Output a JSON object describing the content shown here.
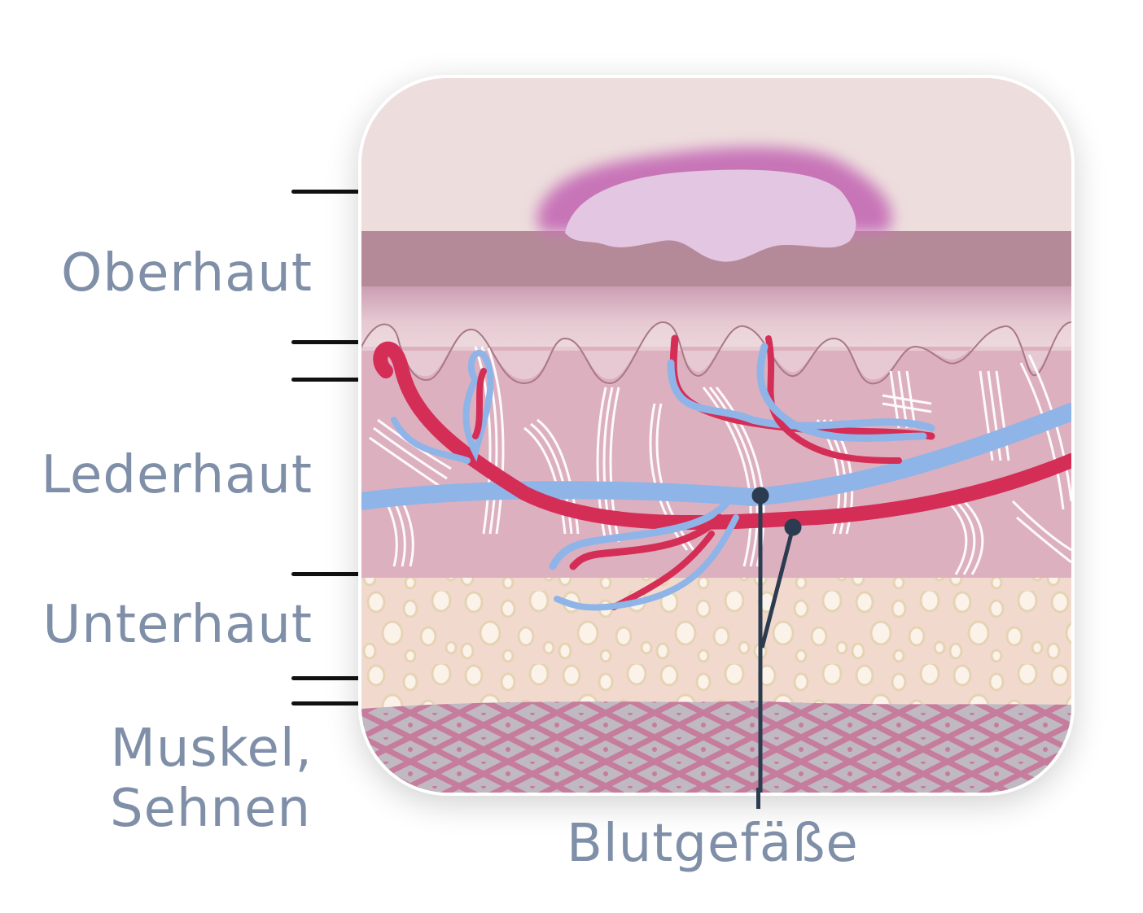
{
  "diagram": {
    "type": "skin-cross-section",
    "layers": [
      {
        "label": "Oberhaut",
        "color": "#b58a98"
      },
      {
        "label": "Lederhaut",
        "color": "#ddb0bf"
      },
      {
        "label": "Unterhaut",
        "color": "#f1d9cc"
      },
      {
        "label": "Muskel,",
        "label2": "Sehnen",
        "color": "#c58aa2"
      }
    ],
    "callout": {
      "label": "Blutgefäße",
      "line_color": "#2b3b50"
    },
    "colors": {
      "artery": "#d42e57",
      "vein": "#8fb4e8",
      "blister_rim": "#c874b8",
      "blister_fill": "#e3c6e2",
      "label_text": "#7f8fa8"
    }
  }
}
